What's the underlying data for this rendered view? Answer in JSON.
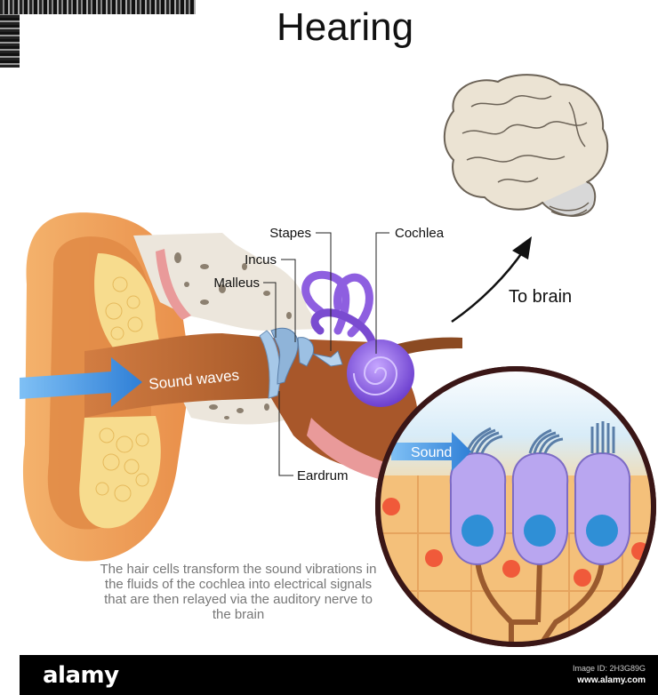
{
  "title": "Hearing",
  "labels": {
    "stapes": "Stapes",
    "incus": "Incus",
    "malleus": "Malleus",
    "cochlea": "Cochlea",
    "eardrum": "Eardrum",
    "sound_waves": "Sound waves",
    "sound": "Sound",
    "to_brain": "To brain"
  },
  "caption": "The hair cells transform the sound vibrations in the fluids of the cochlea into electrical signals that are then relayed via the auditory nerve to the brain",
  "footer": {
    "brand": "alamy",
    "image_id": "Image ID: 2H3G89G",
    "site": "www.alamy.com"
  },
  "colors": {
    "skin": "#f2a65e",
    "canal": "#c9733a",
    "bone": "#ece6dc",
    "cartilage": "#f7dc8e",
    "cochlea": "#8e5fe0",
    "arrow_blue": "#3d8be0",
    "cell_violet": "#b9a6f0",
    "nucleus": "#2f8fd6",
    "lens_border": "#4a1f1f"
  }
}
